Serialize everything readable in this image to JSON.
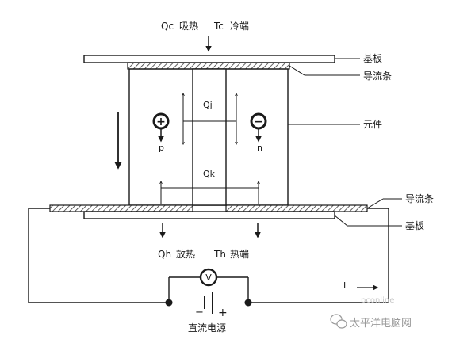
{
  "top_caption": {
    "qc": "Qc",
    "absorb": "吸热",
    "tc": "Tc",
    "cold_end": "冷端"
  },
  "bottom_caption": {
    "qh": "Qh",
    "release": "放热",
    "th": "Th",
    "hot_end": "热端"
  },
  "labels": {
    "substrate_top": "基板",
    "conductor_top": "导流条",
    "element": "元件",
    "conductor_bottom": "导流条",
    "substrate_bottom": "基板",
    "qj": "Qj",
    "qk": "Qk",
    "p_type": "p",
    "n_type": "n",
    "current": "I",
    "power_supply": "直流电源",
    "voltmeter": "V"
  },
  "symbols": {
    "plus": "+",
    "minus": "−"
  },
  "watermark": {
    "brand": "太平洋电脑网",
    "faint_text": "pconline"
  },
  "colors": {
    "line": "#1a1a1a",
    "hatch": "#3a3a3a",
    "watermark": "#9a9a9a"
  }
}
